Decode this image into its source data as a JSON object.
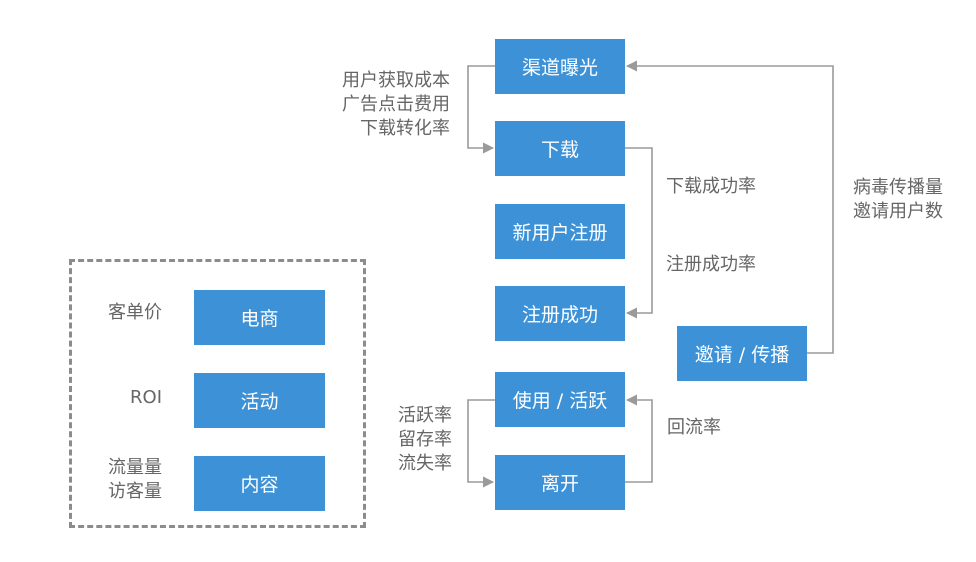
{
  "funnel": {
    "channel_exposure": "渠道曝光",
    "download": "下载",
    "new_user_register": "新用户注册",
    "register_success": "注册成功",
    "use_active": "使用 / 活跃",
    "leave": "离开"
  },
  "invite": {
    "label": "邀请 / 传播"
  },
  "annotations": {
    "acquisition": [
      "用户获取成本",
      "广告点击费用",
      "下载转化率"
    ],
    "download_success_rate": "下载成功率",
    "register_success_rate": "注册成功率",
    "viral": [
      "病毒传播量",
      "邀请用户数"
    ],
    "retention": [
      "活跃率",
      "留存率",
      "流失率"
    ],
    "return_rate": "回流率"
  },
  "business_box": {
    "rows": [
      {
        "metric": [
          "客单价"
        ],
        "label": "电商"
      },
      {
        "metric": [
          "ROI"
        ],
        "label": "活动"
      },
      {
        "metric": [
          "流量量",
          "访客量"
        ],
        "label": "内容"
      }
    ]
  },
  "colors": {
    "box": "#3d91d6",
    "line": "#9a9a9a",
    "text": "#666666",
    "dash": "#8c8c8c"
  }
}
